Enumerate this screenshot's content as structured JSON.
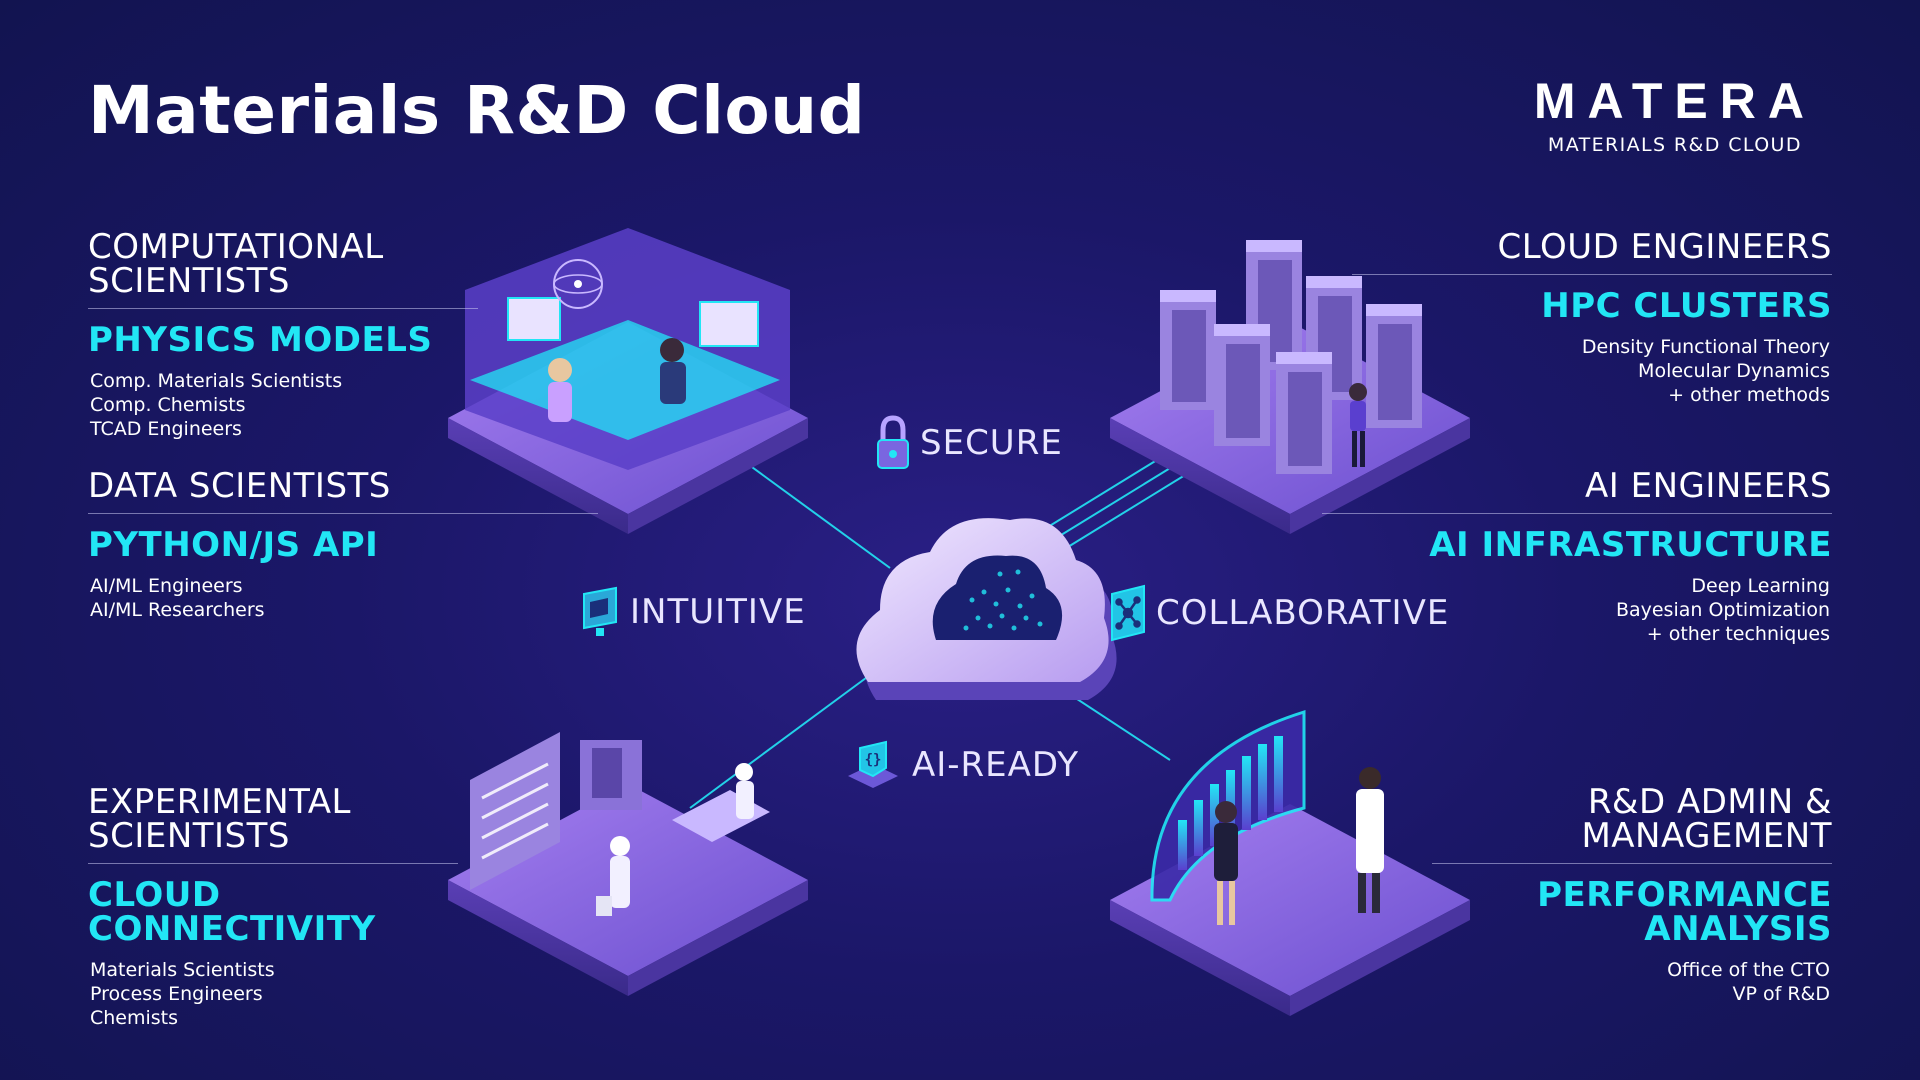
{
  "header": {
    "title": "Materials R&D Cloud",
    "logo_word": "MATERA",
    "logo_subtitle": "MATERIALS R&D CLOUD"
  },
  "segments": [
    {
      "role": "COMPUTATIONAL\nSCIENTISTS",
      "technology": "PHYSICS MODELS",
      "users": [
        "Comp. Materials Scientists",
        "Comp. Chemists",
        "TCAD Engineers"
      ]
    },
    {
      "role": "DATA SCIENTISTS",
      "technology": "PYTHON/JS API",
      "users": [
        "AI/ML Engineers",
        "AI/ML Researchers"
      ]
    },
    {
      "role": "EXPERIMENTAL\nSCIENTISTS",
      "technology": "CLOUD\nCONNECTIVITY",
      "users": [
        "Materials Scientists",
        "Process Engineers",
        "Chemists"
      ]
    },
    {
      "role": "CLOUD ENGINEERS",
      "technology": "HPC CLUSTERS",
      "users": [
        "Density Functional Theory",
        "Molecular Dynamics",
        "+ other methods"
      ]
    },
    {
      "role": "AI ENGINEERS",
      "technology": "AI INFRASTRUCTURE",
      "users": [
        "Deep Learning",
        "Bayesian Optimization",
        "+ other techniques"
      ]
    },
    {
      "role": "R&D ADMIN &\nMANAGEMENT",
      "technology": "PERFORMANCE\nANALYSIS",
      "users": [
        "Office of the CTO",
        "VP of R&D"
      ]
    }
  ],
  "features": {
    "secure": "SECURE",
    "intuitive": "INTUITIVE",
    "collaborative": "COLLABORATIVE",
    "ai_ready": "AI-READY"
  },
  "icons": {
    "cloud": "cloud-icon",
    "secure": "padlock-icon",
    "intuitive": "monitor-icon",
    "collaborative": "network-icon",
    "ai_ready": "chip-icon"
  },
  "colors": {
    "background": "#1b1768",
    "accent_cyan": "#22e6f5",
    "platform_purple": "#8a6be0",
    "text": "#ffffff"
  }
}
